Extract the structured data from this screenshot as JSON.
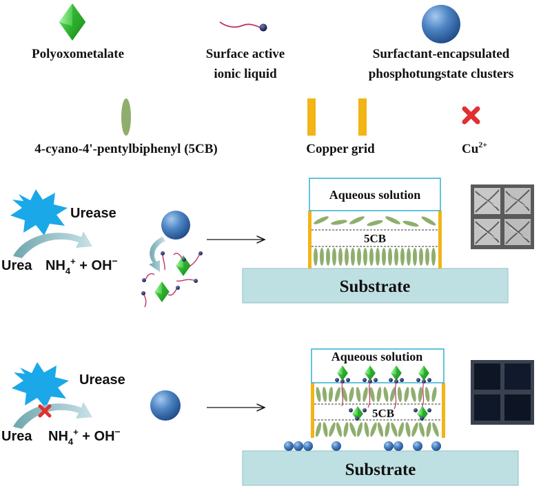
{
  "legend": {
    "polyoxometalate": "Polyoxometalate",
    "surface_active_line1": "Surface active",
    "surface_active_line2": "ionic liquid",
    "surfactant_line1": "Surfactant-encapsulated",
    "surfactant_line2": "phosphotungstate clusters",
    "cyano": "4-cyano-4'-pentylbiphenyl (5CB)",
    "copper_grid": "Copper grid",
    "cu_base": "Cu",
    "cu_sup": "2+"
  },
  "panel_top": {
    "urease": "Urease",
    "urea": "Urea",
    "nh": "NH",
    "nh_sub": "4",
    "nh_sup": "+",
    "oh": " + OH",
    "oh_sup": "−",
    "aqueous": "Aqueous solution",
    "fivecb": "5CB",
    "substrate": "Substrate"
  },
  "panel_bottom": {
    "urease": "Urease",
    "urea": "Urea",
    "nh": "NH",
    "nh_sub": "4",
    "nh_sup": "+",
    "oh": " + OH",
    "oh_sup": "−",
    "aqueous": "Aqueous solution",
    "fivecb": "5CB",
    "substrate": "Substrate"
  },
  "colors": {
    "pom_green": "#3fbf3f",
    "lc_green": "#8fae6e",
    "copper": "#f2b416",
    "sphere_blue": "#3f74b4",
    "cross_red": "#e03030",
    "star_blue": "#1aa8e8",
    "substrate_fill": "#bfe0e3",
    "box_border": "#3bb4d6"
  }
}
